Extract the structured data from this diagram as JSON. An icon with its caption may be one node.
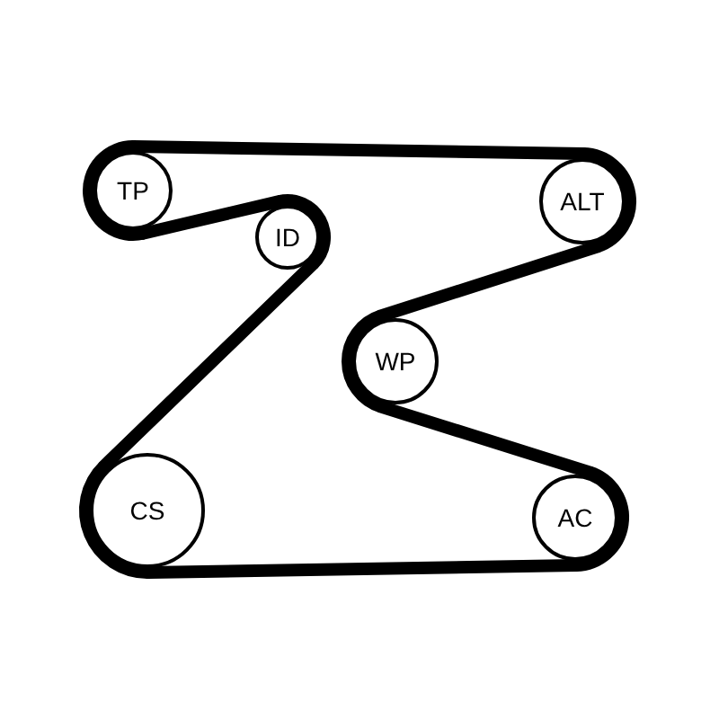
{
  "diagram": {
    "nodes": [
      {
        "text": [
          "TP"
        ]
      },
      {
        "text": [
          "ALT"
        ]
      },
      {
        "text": [
          "ID"
        ]
      },
      {
        "text": [
          "WP"
        ]
      },
      {
        "text": [
          "CS"
        ]
      },
      {
        "text": [
          "AC"
        ]
      }
    ],
    "edges": [
      {
        "from": 0,
        "to": 1,
        "arrow": "none"
      },
      {
        "from": 1,
        "to": 3,
        "arrow": "none"
      },
      {
        "from": 3,
        "to": 5,
        "arrow": "none"
      },
      {
        "from": 5,
        "to": 4,
        "arrow": "none"
      },
      {
        "from": 4,
        "to": 2,
        "arrow": "none"
      },
      {
        "from": 2,
        "to": 0,
        "arrow": "none"
      }
    ]
  }
}
